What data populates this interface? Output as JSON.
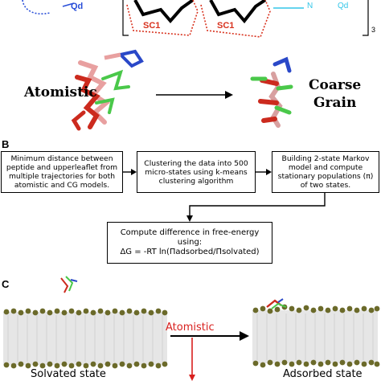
{
  "panel_a": {
    "qd_label": "Qd",
    "sc1_label_left": "SC1",
    "sc1_label_right": "SC1",
    "bracket_subscript": "3",
    "cut_label_right": "N",
    "cut_label_right2": "Qd",
    "atomistic_label": "Atomistic",
    "coarse_grain_label_line1": "Coarse",
    "coarse_grain_label_line2": "Grain"
  },
  "panel_b": {
    "letter": "B",
    "box1": "Minimum distance between peptide and upperleaflet from multiple trajectories for both atomistic and CG models.",
    "box2": "Clustering the data into 500 micro-states using k-means clustering algorithm",
    "box3": "Building 2-state Markov model and compute stationary populations (π) of two states.",
    "box4_line1": "Compute difference in free-energy",
    "box4_line2": "using:",
    "box4_formula": "ΔG = -RT ln(Πadsorbed/Πsolvated)"
  },
  "panel_c": {
    "letter": "C",
    "arrow_label": "Atomistic",
    "left_state": "Solvated state",
    "right_state": "Adsorbed state"
  },
  "colors": {
    "qd_blue": "#2a4fd8",
    "sc1_red": "#d8321e",
    "cyan": "#33c6e8",
    "arrow_red": "#d8201e",
    "bead_olive": "#6b6a2a"
  }
}
